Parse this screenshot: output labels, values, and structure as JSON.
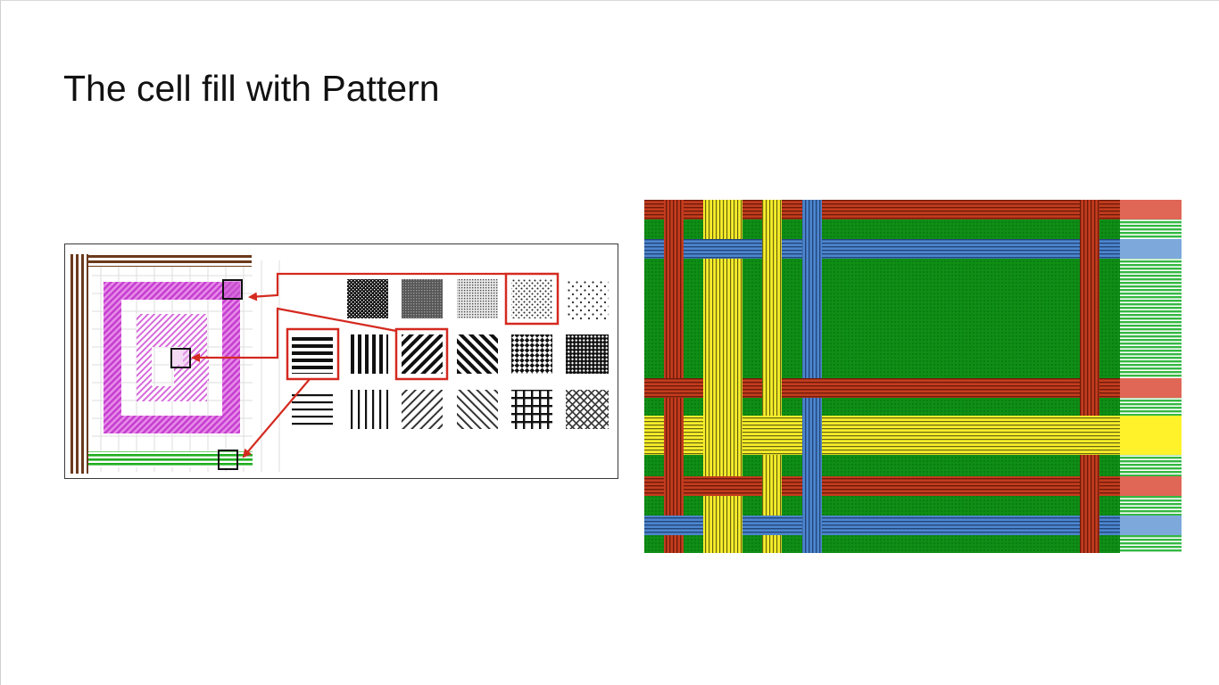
{
  "slide": {
    "title": "The cell fill with Pattern"
  },
  "colors": {
    "magenta": "#d24fd8",
    "brown": "#6b3a1c",
    "green_line": "#1fae1f",
    "arrow_red": "#d42a20",
    "box_black": "#111111",
    "weave_green": "#0e8c14",
    "weave_red": "#a82c14",
    "weave_blue": "#3a6fb8",
    "weave_yellow": "#f3ea1c",
    "weave_light_red": "#e06656",
    "weave_light_blue": "#7ca8dc",
    "weave_light_green": "#3cc24a"
  },
  "pattern_palette": {
    "rows": [
      [
        "dense-dots",
        "medium-dots",
        "light-dots",
        "sparse-dots",
        "scatter-dots"
      ],
      [
        "horizontal-lines",
        "vertical-lines",
        "diagonal-down-lines",
        "diagonal-up-lines",
        "checker",
        "dense-checker"
      ],
      [
        "thin-horizontal-lines",
        "thin-vertical-lines",
        "thin-diagonal-down-lines",
        "thin-diagonal-up-lines",
        "grid",
        "diagonal-grid"
      ]
    ],
    "highlighted": [
      "sparse-dots",
      "horizontal-lines",
      "diagonal-down-lines"
    ]
  }
}
